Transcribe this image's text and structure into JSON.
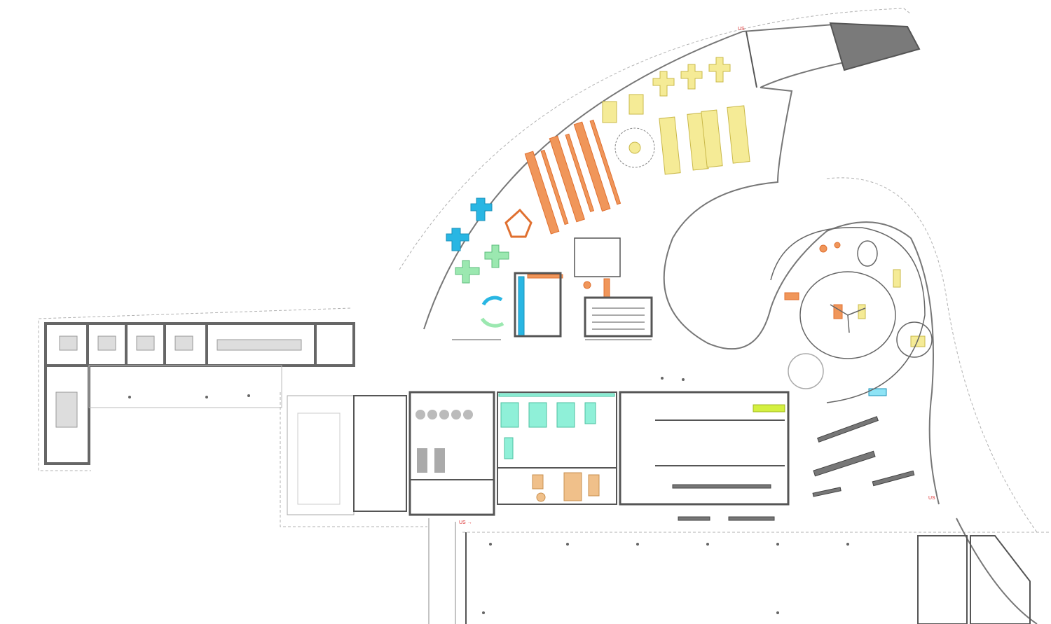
{
  "drawing": {
    "type": "architectural floor plan",
    "section_markers": [
      {
        "label": "US",
        "arrow": "→"
      },
      {
        "label": "US"
      },
      {
        "label": "US"
      }
    ]
  },
  "colors": {
    "wall": "#555555",
    "line": "#9a9a9a",
    "dashed": "#b0b0b0",
    "solid_fill": "#7a7a7a",
    "orange_desks": "#f0965a",
    "orange_edge": "#e07030",
    "yellow_desks": "#f5eb96",
    "yellow_edge": "#c9b84a",
    "blue_desks": "#29b6e3",
    "green_desks": "#9be8b0",
    "teal_desks": "#8ff0d8",
    "tan_desks": "#f0c08a",
    "lime_desks": "#d4f040",
    "marker": "#dd3333"
  }
}
